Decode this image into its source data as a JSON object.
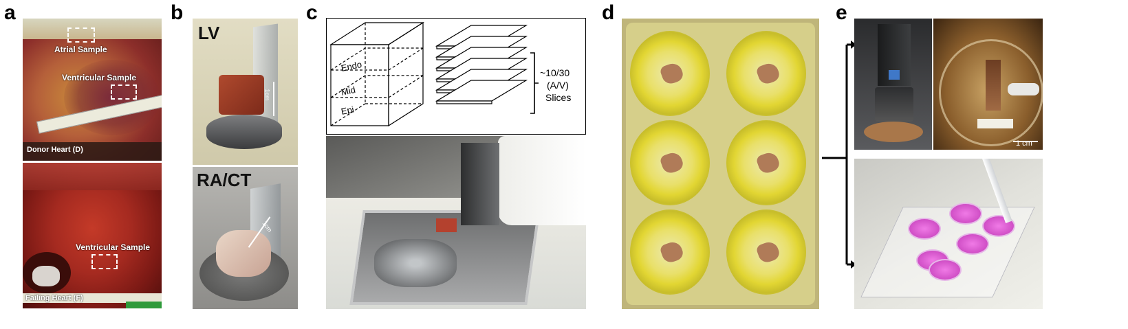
{
  "panel_labels": {
    "a": "a",
    "b": "b",
    "c": "c",
    "d": "d",
    "e": "e"
  },
  "panel_a": {
    "atrial_sample": "Atrial Sample",
    "ventricular_sample_top": "Ventricular Sample",
    "donor_heart": "Donor Heart (D)",
    "ventricular_sample_bottom": "Ventricular Sample",
    "failing_heart": "Failing Heart (F)"
  },
  "panel_b": {
    "lv": "LV",
    "scale_top": "1cm",
    "ra_ct": "RA/CT",
    "scale_bottom": "1cm"
  },
  "panel_c": {
    "layer_endo": "Endo",
    "layer_mid": "Mid",
    "layer_epi": "Epi",
    "slice_line1": "~10/30",
    "slice_line2": "(A/V)",
    "slice_line3": "Slices"
  },
  "panel_e": {
    "scale_bar": "1 cm"
  }
}
